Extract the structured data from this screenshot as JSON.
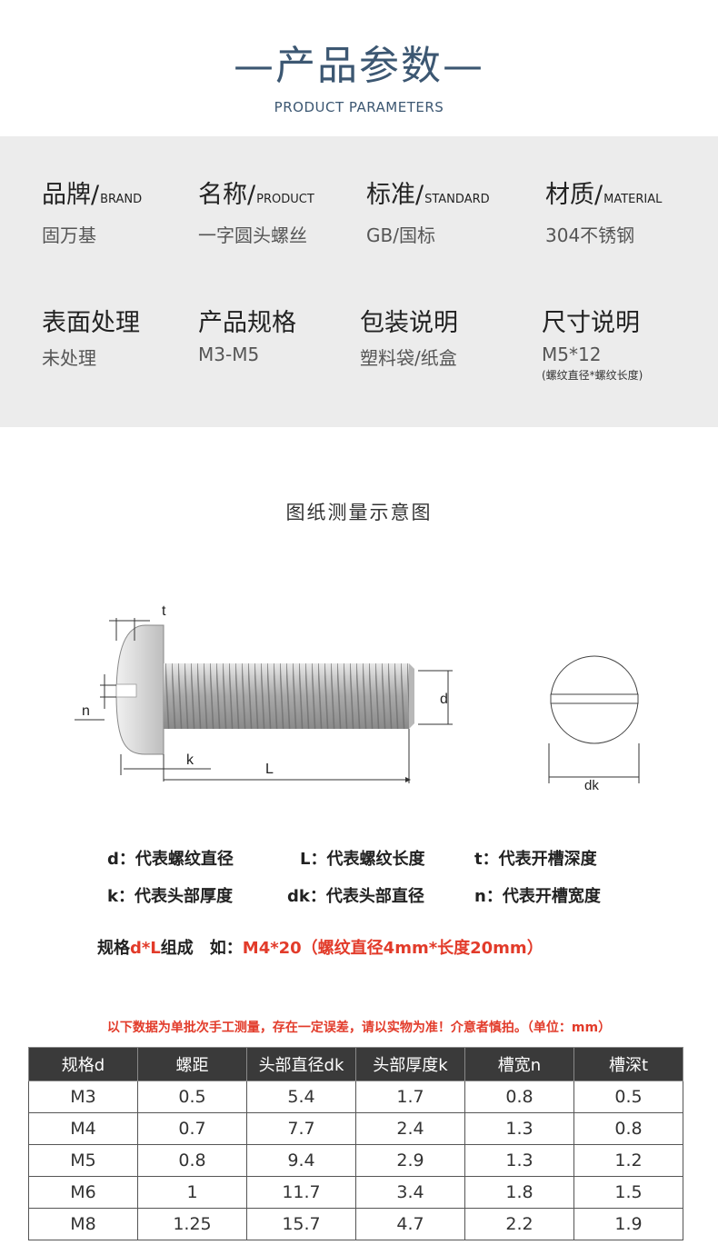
{
  "header": {
    "title": "—产品参数—",
    "subtitle": "PRODUCT PARAMETERS"
  },
  "params": [
    {
      "label": "品牌/",
      "en": "BRAND",
      "value": "固万基"
    },
    {
      "label": "名称/",
      "en": "PRODUCT",
      "value": "一字圆头螺丝"
    },
    {
      "label": "标准/",
      "en": "STANDARD",
      "value": "GB/国标"
    },
    {
      "label": "材质/",
      "en": "MATERIAL",
      "value": "304不锈钢"
    },
    {
      "label": "表面处理",
      "en": "",
      "value": "未处理"
    },
    {
      "label": "产品规格",
      "en": "",
      "value": "M3-M5"
    },
    {
      "label": "包装说明",
      "en": "",
      "value": "塑料袋/纸盒"
    },
    {
      "label": "尺寸说明",
      "en": "",
      "value": "M5*12",
      "note": "(螺纹直径*螺纹长度)"
    }
  ],
  "diagram": {
    "title": "图纸测量示意图",
    "labels": {
      "t": "t",
      "n": "n",
      "d": "d",
      "k": "k",
      "L": "L",
      "dk": "dk"
    }
  },
  "legend": [
    "d：代表螺纹直径",
    "L：代表螺纹长度",
    "t：代表开槽深度",
    "k：代表头部厚度",
    "dk：代表头部直径",
    "n：代表开槽宽度"
  ],
  "example": {
    "prefix": "规格",
    "dl": "d*L",
    "mid": "组成　如：",
    "value": "M4*20（螺纹直径4mm*长度20mm）"
  },
  "warning": "以下数据为单批次手工测量，存在一定误差，请以实物为准！介意者慎拍。（单位：mm）",
  "table": {
    "headers": [
      "规格d",
      "螺距",
      "头部直径dk",
      "头部厚度k",
      "槽宽n",
      "槽深t"
    ],
    "rows": [
      [
        "M3",
        "0.5",
        "5.4",
        "1.7",
        "0.8",
        "0.5"
      ],
      [
        "M4",
        "0.7",
        "7.7",
        "2.4",
        "1.3",
        "0.8"
      ],
      [
        "M5",
        "0.8",
        "9.4",
        "2.9",
        "1.3",
        "1.2"
      ],
      [
        "M6",
        "1",
        "11.7",
        "3.4",
        "1.8",
        "1.5"
      ],
      [
        "M8",
        "1.25",
        "15.7",
        "4.7",
        "2.2",
        "1.9"
      ]
    ]
  }
}
